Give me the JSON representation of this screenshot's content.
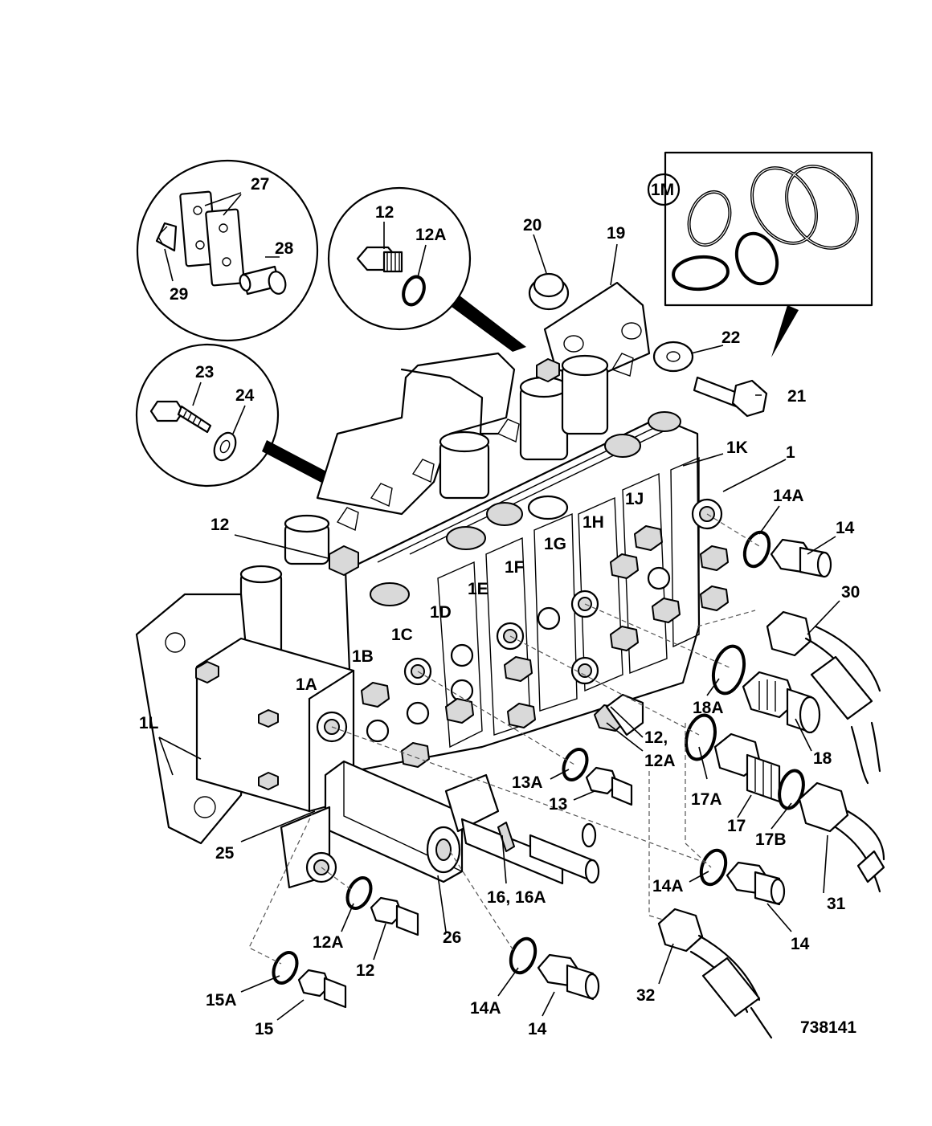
{
  "figure_number": "738141",
  "labels": {
    "l1": "1",
    "l1A": "1A",
    "l1B": "1B",
    "l1C": "1C",
    "l1D": "1D",
    "l1E": "1E",
    "l1F": "1F",
    "l1G": "1G",
    "l1H": "1H",
    "l1J": "1J",
    "l1K": "1K",
    "l1L": "1L",
    "l1M": "1M",
    "l12_a": "12",
    "l12_b": "12",
    "l12_c": "12",
    "l12A_a": "12A",
    "l12A_b": "12A",
    "l12_12A": "12,",
    "l12_12A_b": "12A",
    "l13": "13",
    "l13A": "13A",
    "l14_a": "14",
    "l14_b": "14",
    "l14_c": "14",
    "l14A_a": "14A",
    "l14A_b": "14A",
    "l14A_c": "14A",
    "l15": "15",
    "l15A": "15A",
    "l16": "16, 16A",
    "l17": "17",
    "l17A": "17A",
    "l17B": "17B",
    "l18": "18",
    "l18A": "18A",
    "l19": "19",
    "l20": "20",
    "l21": "21",
    "l22": "22",
    "l23": "23",
    "l24": "24",
    "l25": "25",
    "l26": "26",
    "l27": "27",
    "l28": "28",
    "l29": "29",
    "l30": "30",
    "l31": "31",
    "l32": "32"
  }
}
